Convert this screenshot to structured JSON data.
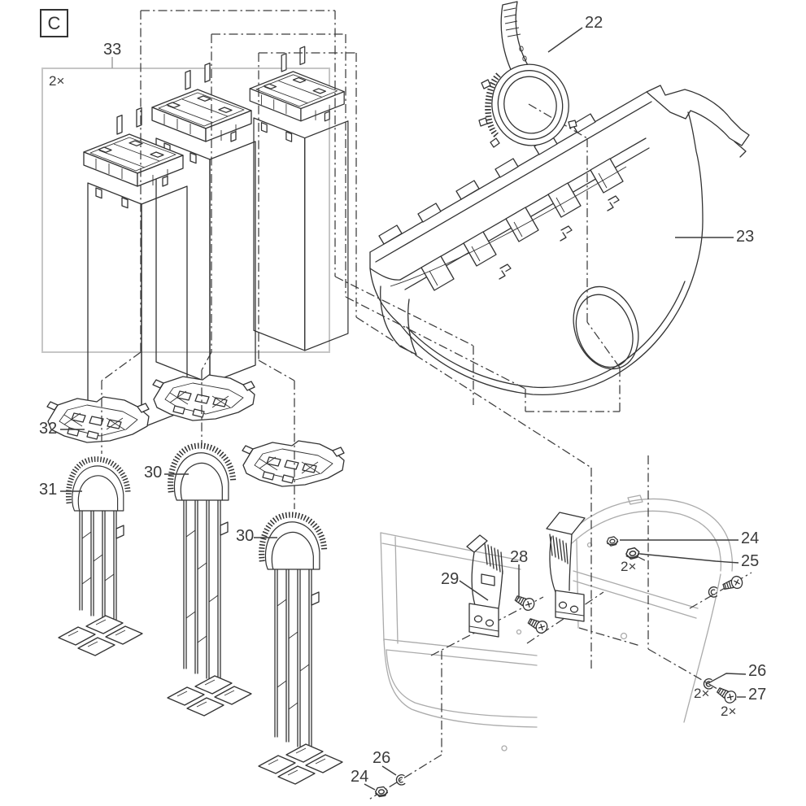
{
  "diagram": {
    "section_letter": "C",
    "quantity_marker": "2×",
    "callouts": {
      "foam_set": "33",
      "clamp_ring": "22",
      "housing": "23",
      "distributor_plate": "32",
      "comb_short": "31",
      "comb": "30",
      "bracket": "29",
      "bracket_screw": "28",
      "nut": "24",
      "flange_nut": "25",
      "washer": "26",
      "tapping_screw": "27"
    },
    "colors": {
      "line": "#333333",
      "context_line": "#ababab",
      "label": "#3b3b3b",
      "group_box": "#c6c6c6"
    }
  }
}
